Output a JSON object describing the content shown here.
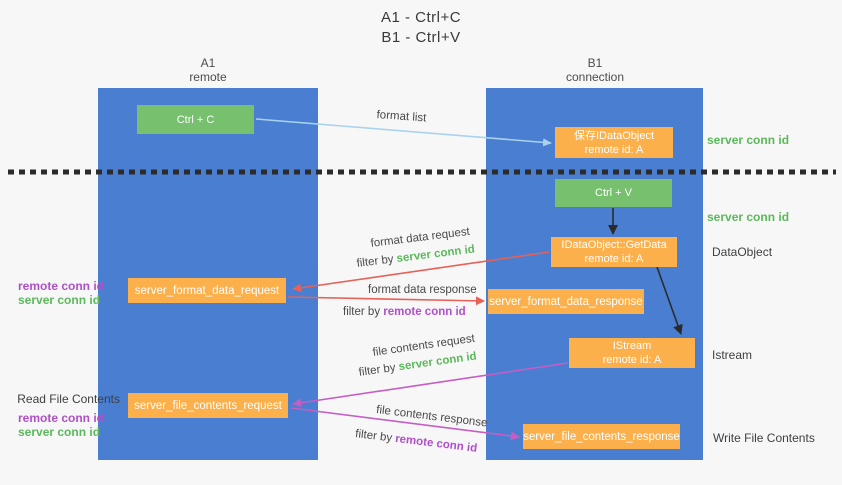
{
  "title": {
    "line1": "A1 - Ctrl+C",
    "line2": "B1 - Ctrl+V"
  },
  "columns": {
    "a1": {
      "name": "A1",
      "subtitle": "remote"
    },
    "b1": {
      "name": "B1",
      "subtitle": "connection"
    }
  },
  "boxes": {
    "ctrl_c": "Ctrl + C",
    "ctrl_v": "Ctrl + V",
    "save_dataobject": {
      "line1": "保存IDataObject",
      "line2": "remote id: A"
    },
    "getdata": {
      "line1": "IDataObject::GetData",
      "line2": "remote id: A"
    },
    "istream": {
      "line1": "IStream",
      "line2": "remote id: A"
    },
    "format_request": "server_format_data_request",
    "format_response": "server_format_data_response",
    "file_request": "server_file_contents_request",
    "file_response": "server_file_contents_response"
  },
  "arrow_labels": {
    "format_list": "format list",
    "format_data_request": "format data request",
    "format_data_response": "format data response",
    "file_contents_request": "file contents request",
    "file_contents_response": "file contents response",
    "filter_by": "filter by ",
    "server_conn_id": "server conn id",
    "remote_conn_id": "remote conn id"
  },
  "side_notes": {
    "server_conn_id_top": "server conn id",
    "server_conn_id_mid": "server conn id",
    "dataobject": "DataObject",
    "istream": "Istream",
    "write_file_contents": "Write File Contents",
    "read_file_contents": "Read File Contents",
    "remote_conn_id_1": "remote conn id",
    "server_conn_id_1": "server conn id",
    "remote_conn_id_2": "remote conn id",
    "server_conn_id_2": "server conn id"
  },
  "colors": {
    "bg": "#f7f7f7",
    "panel_blue": "#4a7ed0",
    "box_green": "#77c06e",
    "box_orange": "#fbb04c",
    "arrow_lightblue": "#a9d2ef",
    "arrow_red": "#e66157",
    "arrow_magenta": "#c45ec4",
    "arrow_black": "#2b2b2b",
    "text_green": "#5cb85c",
    "text_purple": "#b050c8"
  }
}
